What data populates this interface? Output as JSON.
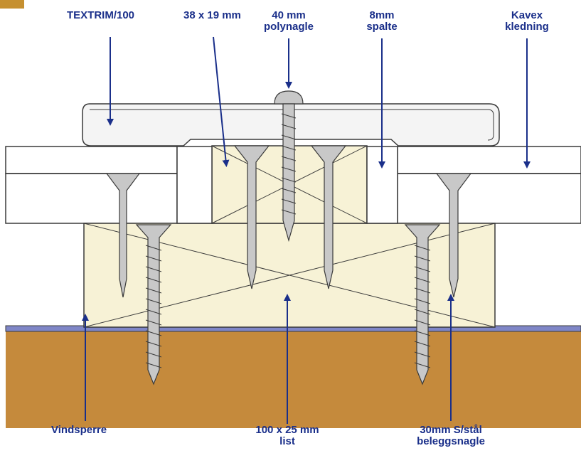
{
  "colors": {
    "label": "#1a2f8a",
    "arrow": "#1a2f8a",
    "outline": "#3a3a3a",
    "batten": "#f7f2d6",
    "trim": "#f4f4f4",
    "wall": "#c58a3c",
    "windbarrier": "#7f86c7",
    "screw": "#c8c8c8",
    "corner": "#c69030"
  },
  "labels": {
    "textrim": "TEXTRIM/100",
    "batten_small": "38 x 19 mm",
    "nail_top_line1": "40 mm",
    "nail_top_line2": "polynagle",
    "gap_line1": "8mm",
    "gap_line2": "spalte",
    "cladding_line1": "Kavex",
    "cladding_line2": "kledning",
    "windbarrier": "Vindsperre",
    "batten_large_line1": "100 x 25 mm",
    "batten_large_line2": "list",
    "screw_nail_line1": "30mm S/stål",
    "screw_nail_line2": "beleggsnagle"
  }
}
